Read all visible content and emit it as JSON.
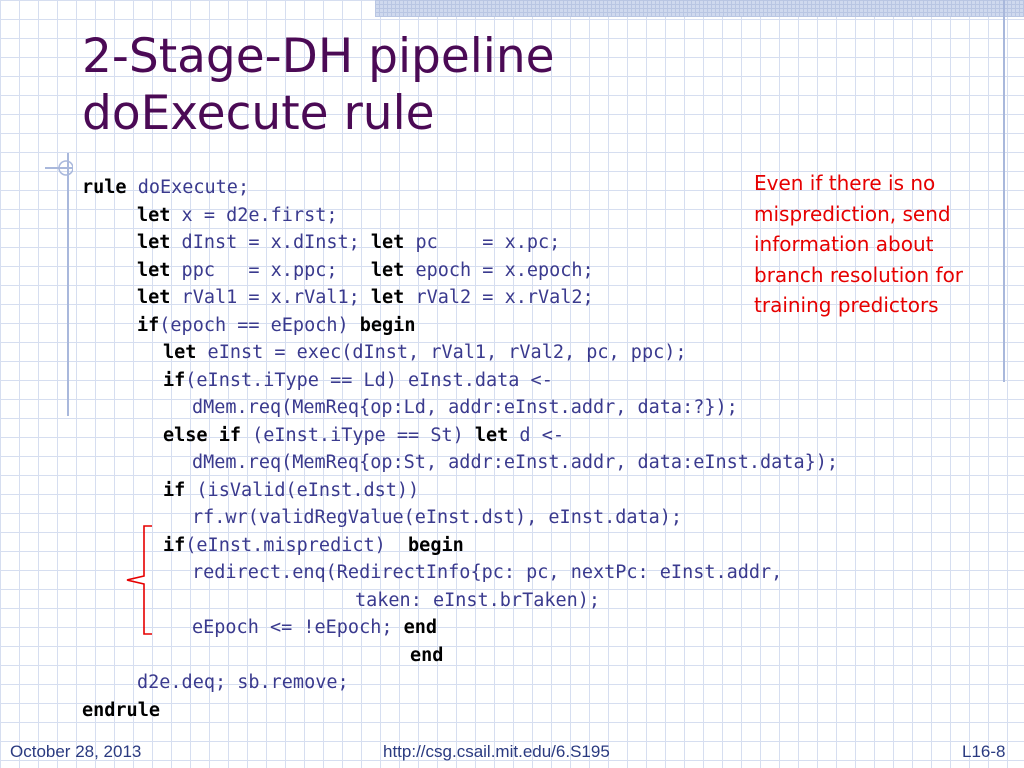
{
  "slide": {
    "title_line1": "2-Stage-DH pipeline",
    "title_line2": "doExecute rule",
    "note_lines": [
      "Even if there is no",
      "misprediction, send",
      "information about",
      "branch resolution for",
      "training predictors"
    ],
    "note_color": "#e60000",
    "title_color": "#4b0a55",
    "code_color": "#3a3a8e",
    "footer": {
      "date": "October 28, 2013",
      "url": "http://csg.csail.mit.edu/6.S195",
      "page": "L16-8"
    }
  },
  "code_lines": [
    [
      {
        "t": "rule",
        "kw": true
      },
      {
        "t": " doExecute;"
      }
    ],
    [
      {
        "t": "let",
        "kw": true
      },
      {
        "t": " x = d2e.first;"
      }
    ],
    [
      {
        "t": "let",
        "kw": true
      },
      {
        "t": " dInst = x.dInst; "
      },
      {
        "t": "let",
        "kw": true
      },
      {
        "t": " pc    = x.pc;"
      }
    ],
    [
      {
        "t": "let",
        "kw": true
      },
      {
        "t": " ppc   = x.ppc;   "
      },
      {
        "t": "let",
        "kw": true
      },
      {
        "t": " epoch = x.epoch;"
      }
    ],
    [
      {
        "t": "let",
        "kw": true
      },
      {
        "t": " rVal1 = x.rVal1; "
      },
      {
        "t": "let",
        "kw": true
      },
      {
        "t": " rVal2 = x.rVal2;"
      }
    ],
    [
      {
        "t": "if",
        "kw": true
      },
      {
        "t": "(epoch == eEpoch) "
      },
      {
        "t": "begin",
        "kw": true
      }
    ],
    [
      {
        "t": "let",
        "kw": true
      },
      {
        "t": " eInst = exec(dInst, rVal1, rVal2, pc, ppc);"
      }
    ],
    [
      {
        "t": "if",
        "kw": true
      },
      {
        "t": "(eInst.iType == Ld) eInst.data <-"
      }
    ],
    [
      {
        "t": "dMem.req(MemReq{op:Ld, addr:eInst.addr, data:?});"
      }
    ],
    [
      {
        "t": "else if",
        "kw": true
      },
      {
        "t": " (eInst.iType == St) "
      },
      {
        "t": "let",
        "kw": true
      },
      {
        "t": " d <-"
      }
    ],
    [
      {
        "t": "dMem.req(MemReq{op:St, addr:eInst.addr, data:eInst.data});"
      }
    ],
    [
      {
        "t": "if",
        "kw": true
      },
      {
        "t": " (isValid(eInst.dst))"
      }
    ],
    [
      {
        "t": "rf.wr(validRegValue(eInst.dst), eInst.data);"
      }
    ],
    [
      {
        "t": "if",
        "kw": true
      },
      {
        "t": "(eInst.mispredict)  "
      },
      {
        "t": "begin",
        "kw": true
      }
    ],
    [
      {
        "t": "redirect.enq(RedirectInfo{pc: pc, nextPc: eInst.addr,"
      }
    ],
    [
      {
        "t": "taken: eInst.brTaken);"
      }
    ],
    [
      {
        "t": "eEpoch <= !eEpoch; "
      },
      {
        "t": "end",
        "kw": true
      }
    ],
    [
      {
        "t": "end",
        "kw": true
      }
    ],
    [
      {
        "t": "d2e.deq; sb.remove;"
      }
    ],
    [
      {
        "t": "endrule",
        "kw": true
      }
    ]
  ]
}
